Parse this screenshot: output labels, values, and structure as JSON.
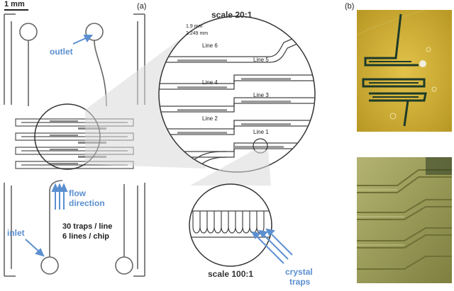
{
  "panel_a": {
    "tag": "(a)",
    "scalebar_label": "1 mm",
    "labels": {
      "outlet": "outlet",
      "flow_direction_1": "flow",
      "flow_direction_2": "direction",
      "inlet": "inlet",
      "traps_per_line": "30 traps / line",
      "lines_per_chip": "6 lines / chip",
      "scale_top": "scale 20:1",
      "scale_bottom": "scale 100:1",
      "crystal_1": "crystal",
      "crystal_2": "traps"
    },
    "zoom_dims": {
      "dim1": "1.9 mm",
      "dim2": "2.249 mm"
    },
    "line_labels": [
      "Line 6",
      "Line 5",
      "Line 4",
      "Line 3",
      "Line 2",
      "Line 1"
    ]
  },
  "panel_b": {
    "tag": "(b)"
  },
  "colors": {
    "accent_blue": "#5b8fd0",
    "photo_top": "#d8b83a",
    "photo_bottom": "#9a9a55",
    "channel": "#555555"
  }
}
